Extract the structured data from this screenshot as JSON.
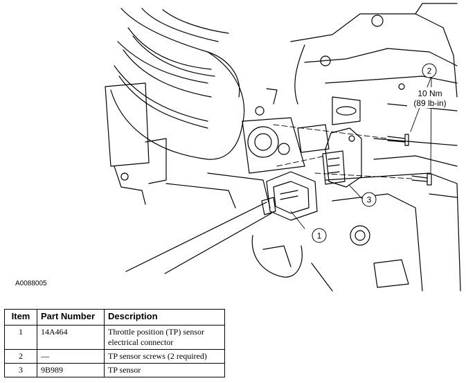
{
  "figure": {
    "id_label": "A0088005",
    "callouts": [
      {
        "number": "1"
      },
      {
        "number": "2"
      },
      {
        "number": "3"
      }
    ],
    "torque_value": "10 Nm",
    "torque_alt": "(89 lb-in)"
  },
  "table": {
    "headers": {
      "item": "Item",
      "part": "Part Number",
      "desc": "Description"
    },
    "rows": [
      {
        "item": "1",
        "part": "14A464",
        "desc": "Throttle position (TP) sensor electrical connector"
      },
      {
        "item": "2",
        "part": "—",
        "desc": "TP sensor screws (2 required)"
      },
      {
        "item": "3",
        "part": "9B989",
        "desc": "TP sensor"
      }
    ]
  },
  "colors": {
    "line": "#000000",
    "background": "#ffffff"
  }
}
